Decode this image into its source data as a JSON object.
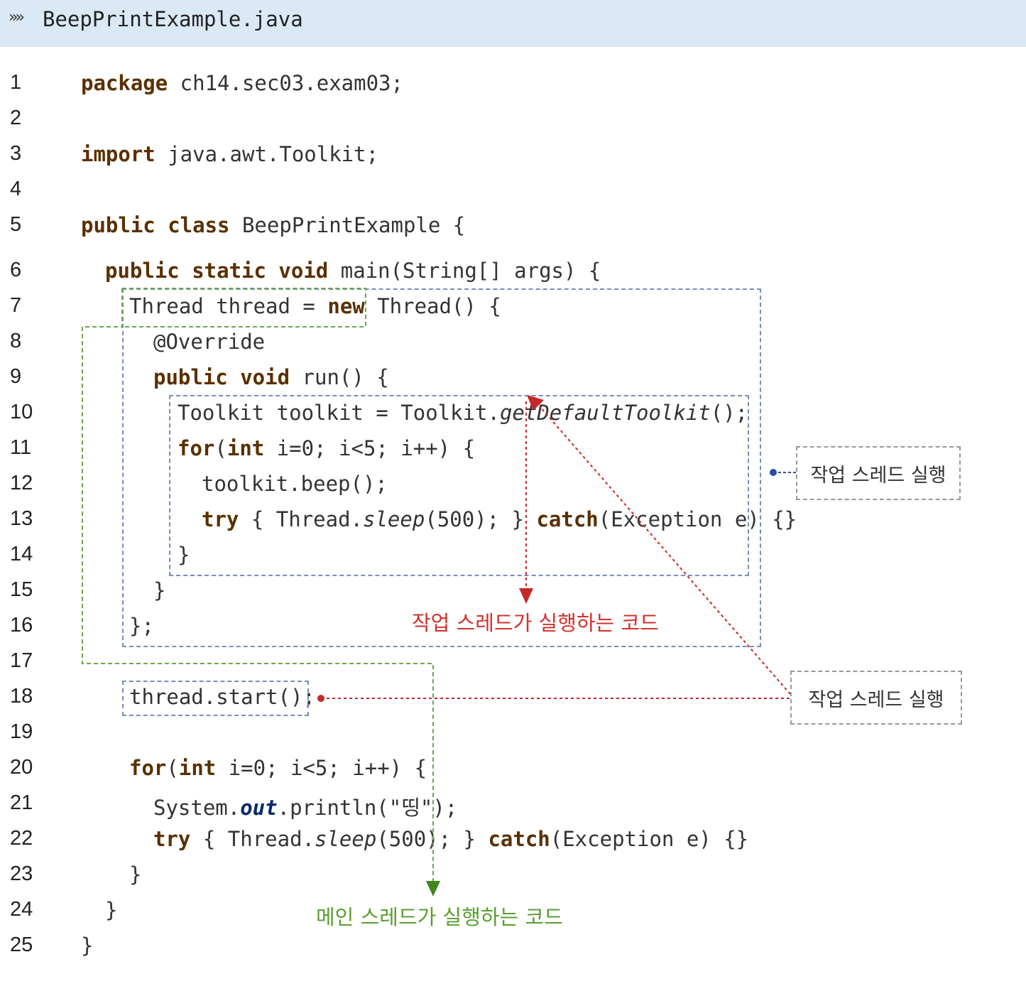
{
  "title": {
    "chevrons": "»»",
    "filename": "BeepPrintExample.java"
  },
  "line_numbers": [
    "1",
    "2",
    "3",
    "4",
    "5",
    "6",
    "7",
    "8",
    "9",
    "10",
    "11",
    "12",
    "13",
    "14",
    "15",
    "16",
    "17",
    "18",
    "19",
    "20",
    "21",
    "22",
    "23",
    "24",
    "25"
  ],
  "code": {
    "l1_kw": "package",
    "l1_rest": " ch14.sec03.exam03;",
    "l3_kw": "import",
    "l3_rest": " java.awt.Toolkit;",
    "l5_kw": "public class",
    "l5_rest": " BeepPrintExample {",
    "l6_kw": "public static void",
    "l6_rest": " main(String[] args) {",
    "l7_a": "Thread thread = ",
    "l7_kw": "new",
    "l7_b": " Thread() {",
    "l8": "@Override",
    "l9_kw": "public void",
    "l9_rest": " run() {",
    "l10_a": "Toolkit toolkit = Toolkit.",
    "l10_it": "getDefaultToolkit",
    "l10_b": "();",
    "l11_kw": "for",
    "l11_a": "(",
    "l11_kw2": "int",
    "l11_b": " i=0; i<5; i++) {",
    "l12": "toolkit.beep();",
    "l13_kw": "try",
    "l13_a": " { Thread.",
    "l13_it": "sleep",
    "l13_b": "(500); } ",
    "l13_kw2": "catch",
    "l13_c": "(Exception e) {}",
    "l14": "}",
    "l15": "}",
    "l16": "};",
    "l18": "thread.start();",
    "l20_kw": "for",
    "l20_a": "(",
    "l20_kw2": "int",
    "l20_b": " i=0; i<5; i++) {",
    "l21_a": "System.",
    "l21_it": "out",
    "l21_b": ".println(\"띵\");",
    "l22_kw": "try",
    "l22_a": " { Thread.",
    "l22_it": "sleep",
    "l22_b": "(500); } ",
    "l22_kw2": "catch",
    "l22_c": "(Exception e) {}",
    "l23": "}",
    "l24": "}",
    "l25": "}"
  },
  "annotations": {
    "worker_code": "작업 스레드가 실행하는 코드",
    "main_code": "메인 스레드가 실행하는 코드",
    "callout_top": "작업 스레드 실행",
    "callout_bottom": "작업 스레드 실행"
  },
  "colors": {
    "worker_label": "#d0312d",
    "main_label": "#5a9e2f",
    "worker_arrow": "#c62828",
    "main_box": "#6aa84f",
    "worker_box": "#7a8cc0"
  }
}
